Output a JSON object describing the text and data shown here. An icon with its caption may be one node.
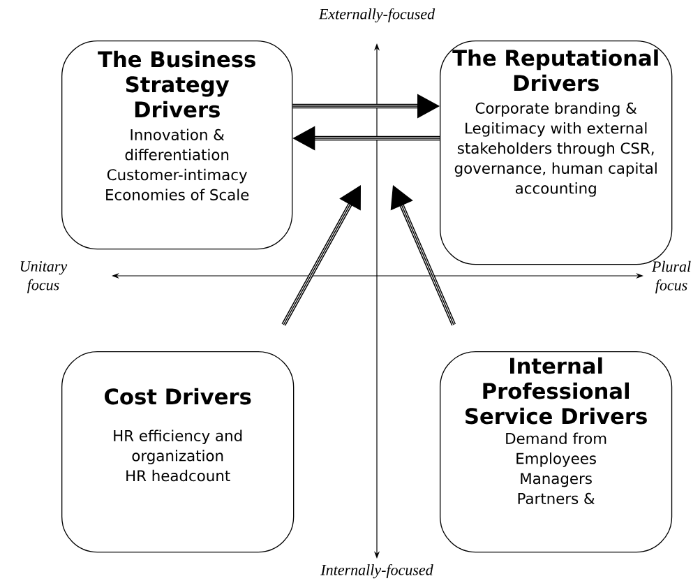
{
  "diagram": {
    "nodes": [
      {
        "text": [
          "The Business Strategy Drivers",
          "Innovation & differentiation",
          "Customer-intimacy",
          "Economies of Scale"
        ]
      },
      {
        "text": [
          "The Reputational Drivers",
          "Corporate branding & Legitimacy with external stakeholders through CSR, governance, human capital accounting"
        ]
      },
      {
        "text": [
          "Cost Drivers",
          "HR efficiency and organization",
          "HR headcount"
        ]
      },
      {
        "text": [
          "Internal Professional Service Drivers",
          "Demand from",
          "Employees",
          "Managers",
          "Partners &"
        ]
      }
    ],
    "edges": [
      {
        "from": 0,
        "to": 1,
        "arrow": "to"
      },
      {
        "from": 1,
        "to": 0,
        "arrow": "to"
      },
      {
        "from": 2,
        "to": null,
        "arrow": "to"
      },
      {
        "from": 3,
        "to": null,
        "arrow": "to"
      }
    ],
    "labels": [
      "Externally-focused",
      "Unitary focus",
      "Plural focus",
      "Internally-focused"
    ]
  }
}
